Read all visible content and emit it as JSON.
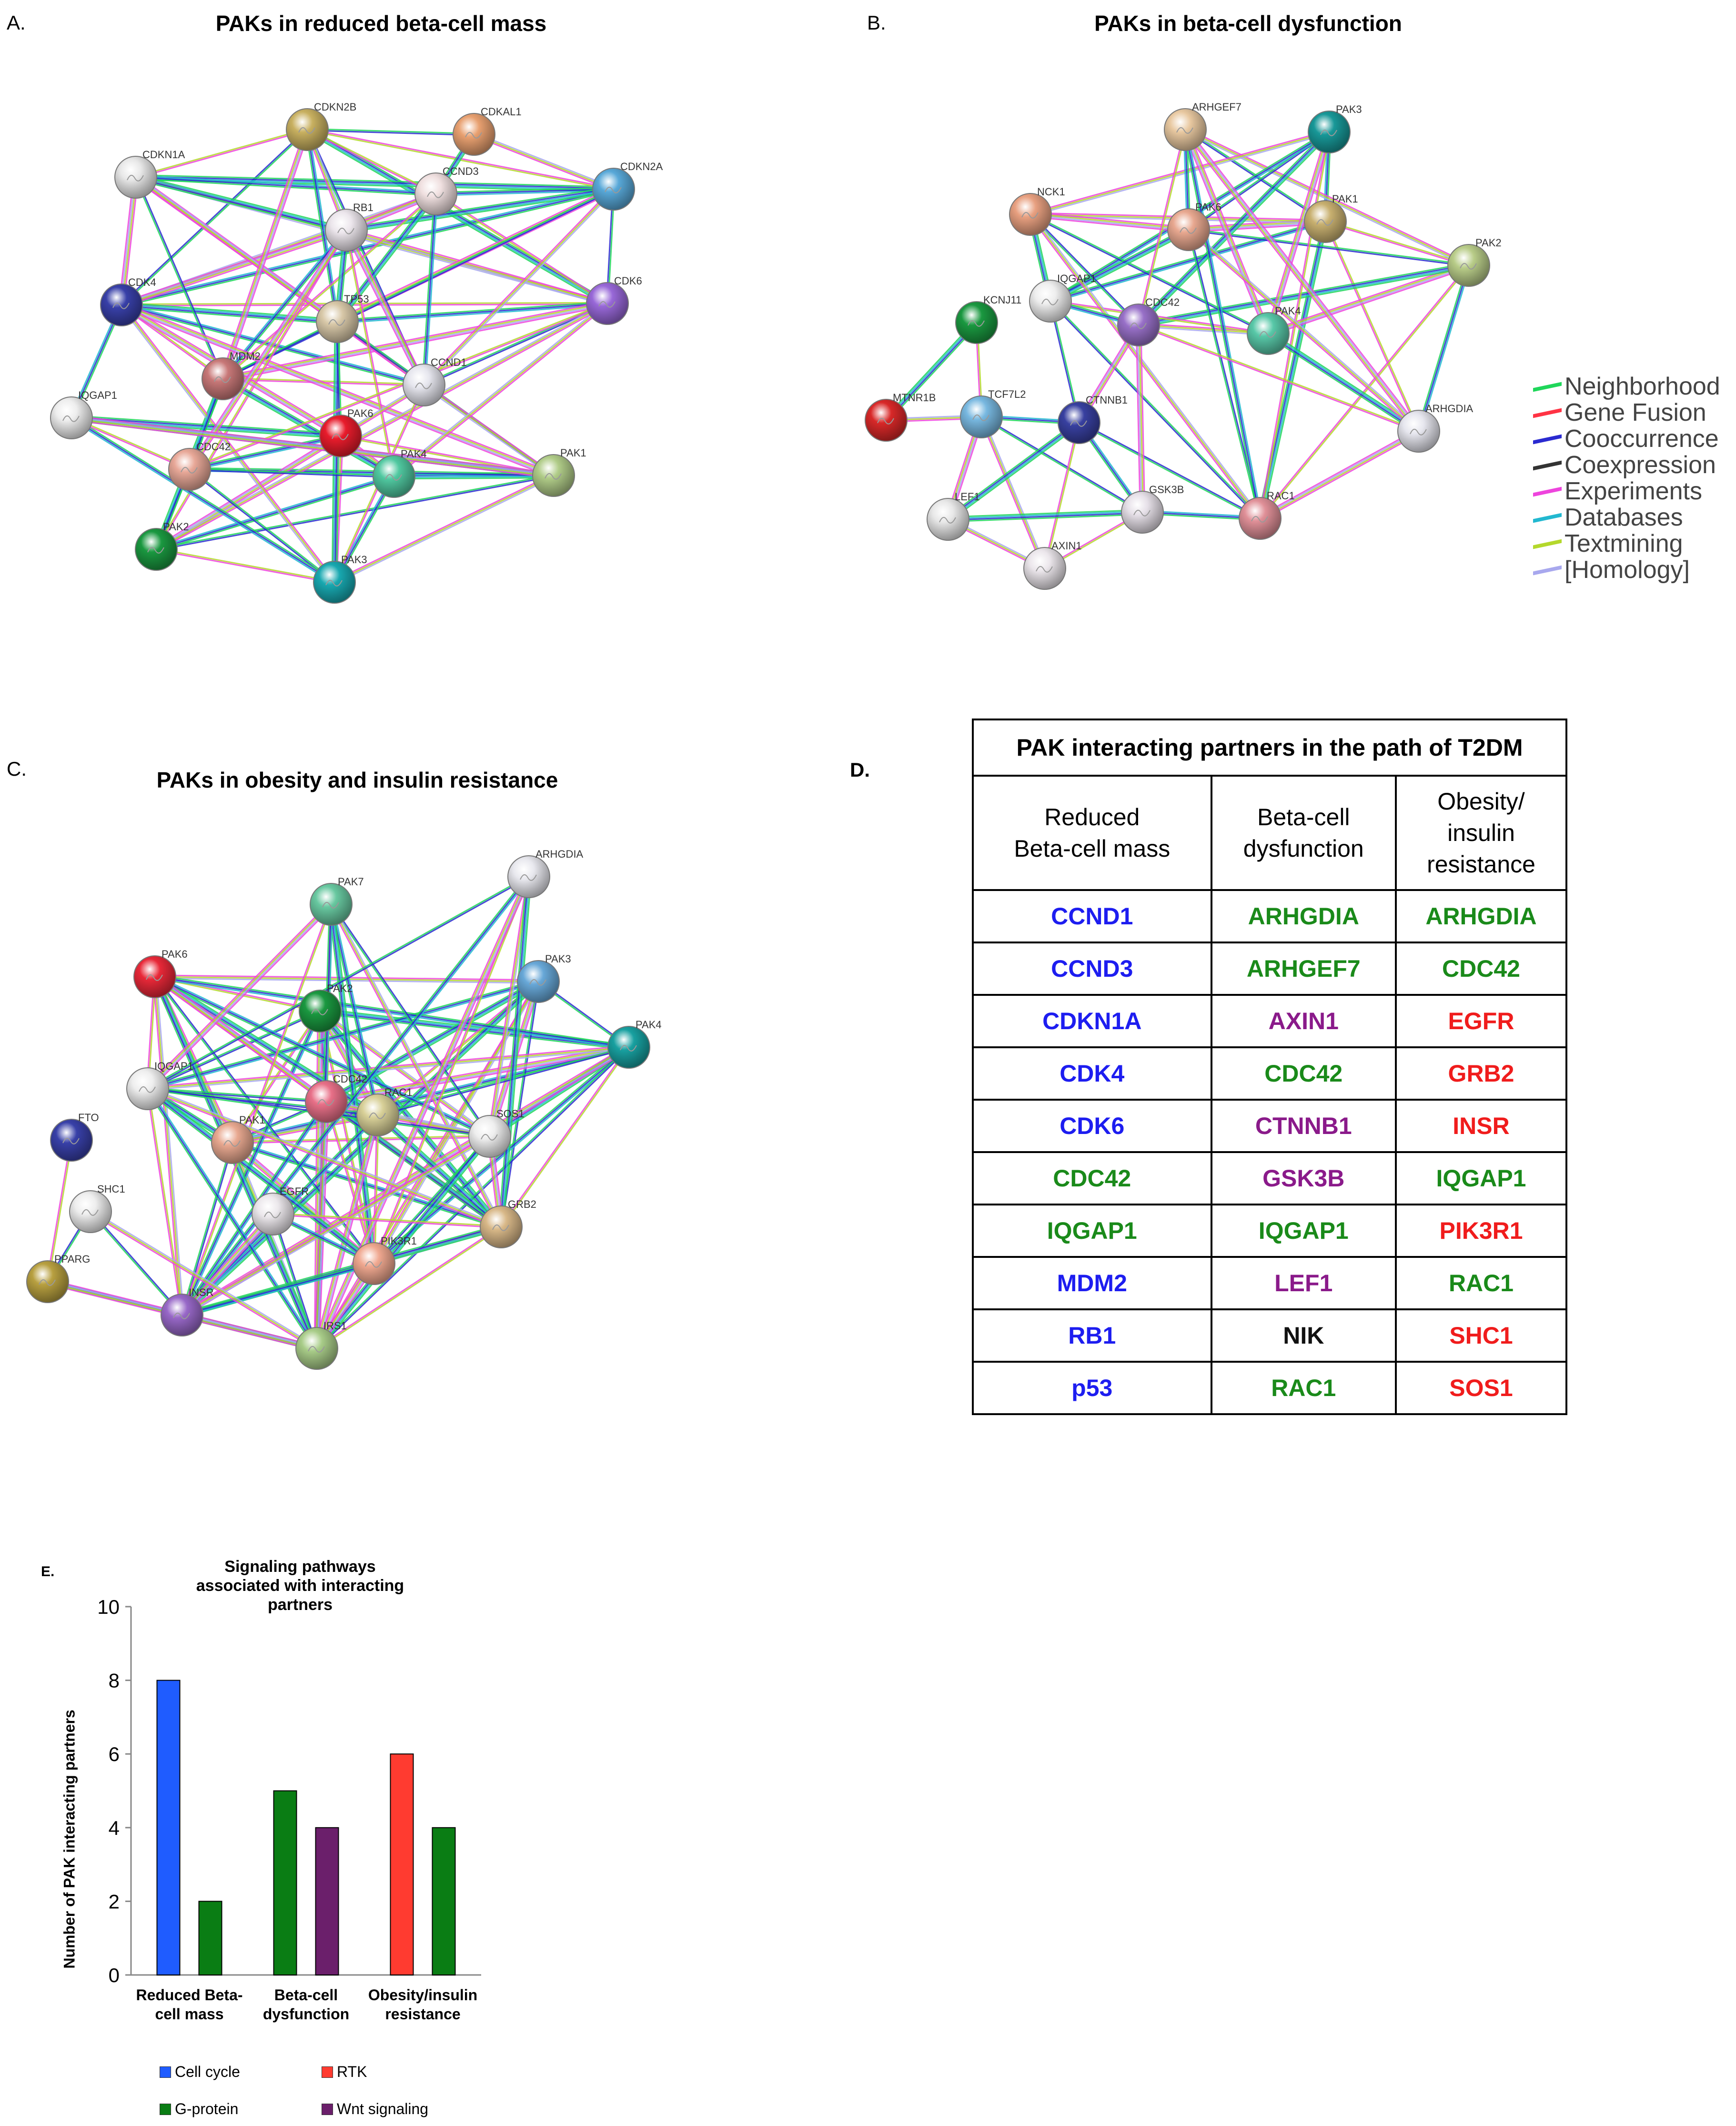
{
  "panelA": {
    "label": "A.",
    "title": "PAKs in reduced beta-cell mass",
    "nodes": [
      "CDKN2B",
      "CDKAL1",
      "CDKN1A",
      "CCND3",
      "CDKN2A",
      "RB1",
      "CDK4",
      "TP53",
      "CDK6",
      "MDM2",
      "CCND1",
      "IQGAP1",
      "PAK6",
      "CDC42",
      "PAK4",
      "PAK1",
      "PAK2",
      "PAK3"
    ]
  },
  "panelB": {
    "label": "B.",
    "title": "PAKs in beta-cell dysfunction",
    "nodes": [
      "ARHGEF7",
      "PAK3",
      "NCK1",
      "PAK6",
      "PAK1",
      "PAK2",
      "IQGAP1",
      "KCNJ11",
      "CDC42",
      "PAK4",
      "MTNR1B",
      "TCF7L2",
      "CTNNB1",
      "ARHGDIA",
      "GSK3B",
      "RAC1",
      "LEF1",
      "AXIN1"
    ]
  },
  "legend": [
    {
      "label": "Neighborhood",
      "color": "#1fd65a"
    },
    {
      "label": "Gene Fusion",
      "color": "#ff3344"
    },
    {
      "label": "Cooccurrence",
      "color": "#2a2ad0"
    },
    {
      "label": "Coexpression",
      "color": "#333333"
    },
    {
      "label": "Experiments",
      "color": "#ee44dd"
    },
    {
      "label": "Databases",
      "color": "#22b8d0"
    },
    {
      "label": "Textmining",
      "color": "#b4d82c"
    },
    {
      "label": "[Homology]",
      "color": "#a8a8ee"
    }
  ],
  "panelC": {
    "label": "C.",
    "title": "PAKs in obesity and insulin resistance",
    "nodes": [
      "ARHGDIA",
      "PAK7",
      "PAK6",
      "PAK3",
      "PAK2",
      "PAK4",
      "IQGAP1",
      "CDC42",
      "RAC1",
      "FTO",
      "PAK1",
      "SOS1",
      "SHC1",
      "EGFR",
      "GRB2",
      "PIK3R1",
      "PPARG",
      "INSR",
      "IRS1"
    ]
  },
  "panelD": {
    "label": "D.",
    "title": "PAK interacting partners in the path of T2DM",
    "headers": [
      [
        "Reduced",
        "Beta-cell mass"
      ],
      [
        "Beta-cell",
        "dysfunction"
      ],
      [
        "Obesity/",
        "insulin",
        "resistance"
      ]
    ],
    "rows": [
      [
        {
          "t": "CCND1",
          "c": "blue"
        },
        {
          "t": "ARHGDIA",
          "c": "green"
        },
        {
          "t": "ARHGDIA",
          "c": "green"
        }
      ],
      [
        {
          "t": "CCND3",
          "c": "blue"
        },
        {
          "t": "ARHGEF7",
          "c": "green"
        },
        {
          "t": "CDC42",
          "c": "green"
        }
      ],
      [
        {
          "t": "CDKN1A",
          "c": "blue"
        },
        {
          "t": "AXIN1",
          "c": "purple"
        },
        {
          "t": "EGFR",
          "c": "red"
        }
      ],
      [
        {
          "t": "CDK4",
          "c": "blue"
        },
        {
          "t": "CDC42",
          "c": "green"
        },
        {
          "t": "GRB2",
          "c": "red"
        }
      ],
      [
        {
          "t": "CDK6",
          "c": "blue"
        },
        {
          "t": "CTNNB1",
          "c": "purple"
        },
        {
          "t": "INSR",
          "c": "red"
        }
      ],
      [
        {
          "t": "CDC42",
          "c": "green"
        },
        {
          "t": "GSK3B",
          "c": "purple"
        },
        {
          "t": "IQGAP1",
          "c": "green"
        }
      ],
      [
        {
          "t": "IQGAP1",
          "c": "green"
        },
        {
          "t": "IQGAP1",
          "c": "green"
        },
        {
          "t": "PIK3R1",
          "c": "red"
        }
      ],
      [
        {
          "t": "MDM2",
          "c": "blue"
        },
        {
          "t": "LEF1",
          "c": "purple"
        },
        {
          "t": "RAC1",
          "c": "green"
        }
      ],
      [
        {
          "t": "RB1",
          "c": "blue"
        },
        {
          "t": "NIK",
          "c": "black"
        },
        {
          "t": "SHC1",
          "c": "red"
        }
      ],
      [
        {
          "t": "p53",
          "c": "blue"
        },
        {
          "t": "RAC1",
          "c": "green"
        },
        {
          "t": "SOS1",
          "c": "red"
        }
      ]
    ],
    "colors": {
      "blue": "#1d1df0",
      "green": "#1a8a1a",
      "purple": "#8a1a8a",
      "red": "#f01c1c",
      "black": "#111111"
    }
  },
  "panelE": {
    "label": "E.",
    "chart_data": {
      "type": "bar",
      "title": "Signaling pathways associated with interacting partners",
      "ylabel": "Number of PAK interacting partners",
      "xlabel": "",
      "ylim": [
        0,
        10
      ],
      "yticks": [
        0,
        2,
        4,
        6,
        8,
        10
      ],
      "categories": [
        [
          "Reduced Beta-",
          "cell mass"
        ],
        [
          "Beta-cell",
          "dysfunction"
        ],
        [
          "Obesity/insulin",
          "resistance"
        ]
      ],
      "series": [
        {
          "name": "Cell cycle",
          "color": "#1f5cff",
          "values": [
            8,
            0,
            0
          ]
        },
        {
          "name": "RTK",
          "color": "#ff3b30",
          "values": [
            0,
            0,
            6
          ]
        },
        {
          "name": "G-protein",
          "color": "#0a7d14",
          "values": [
            2,
            5,
            4
          ]
        },
        {
          "name": "Wnt signaling",
          "color": "#6b1f6b",
          "values": [
            0,
            4,
            0
          ]
        }
      ],
      "grid": false,
      "legend_placement": "bottom"
    }
  }
}
